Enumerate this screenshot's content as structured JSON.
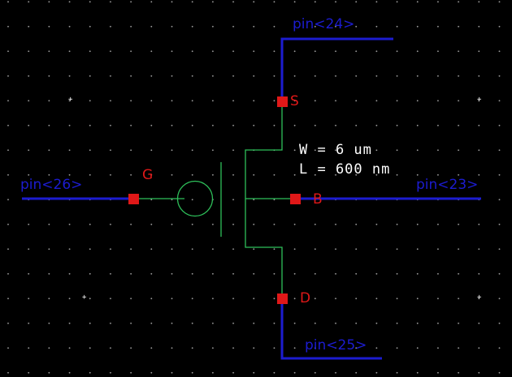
{
  "schematic": {
    "device_params": {
      "width": "W = 6 um",
      "length": "L = 600 nm"
    },
    "terminals": {
      "gate": "G",
      "source": "S",
      "bulk": "B",
      "drain": "D"
    },
    "pins": {
      "source": "pin<24>",
      "gate": "pin<26>",
      "bulk": "pin<23>",
      "drain": "pin<25>"
    },
    "colors": {
      "background": "#000000",
      "wire": "#1c1cd0",
      "device": "#2ec05a",
      "terminal": "#e01818",
      "text": "#ffffff"
    }
  }
}
